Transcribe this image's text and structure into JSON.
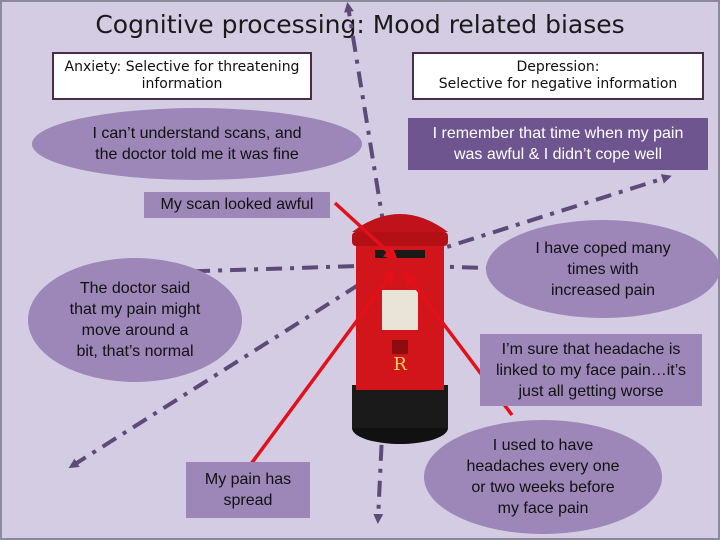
{
  "title": "Cognitive processing: Mood related biases",
  "headers": {
    "anxiety": "Anxiety: Selective for threatening\ninformation",
    "depression": "Depression:\nSelective for negative information"
  },
  "statements": {
    "anxiety_bias": "I can’t understand scans, and\nthe doctor told me it was fine",
    "depression_bias": "I remember that time when my pain\nwas awful & I didn’t cope well",
    "scan": "My scan looked awful",
    "coped": "I have coped many\ntimes with\nincreased pain",
    "doctor_said": "The doctor said\nthat my pain might\nmove around a\nbit, that’s normal",
    "headache_linked": "I’m sure that headache is\nlinked to my face pain…it’s\njust all getting worse",
    "pain_spread": "My pain has\nspread",
    "headaches_before": "I used to have\nheadaches every one\nor two weeks before\nmy face pain"
  },
  "colors": {
    "background": "#d3cce3",
    "oval": "#9d86b8",
    "dark_box": "#6e5590",
    "red_arrow": "#e3101a",
    "dashed_arrow": "#5e4a78",
    "postbox_red": "#d2151b"
  },
  "icons": {
    "postbox": "red-pillar-postbox-image"
  }
}
